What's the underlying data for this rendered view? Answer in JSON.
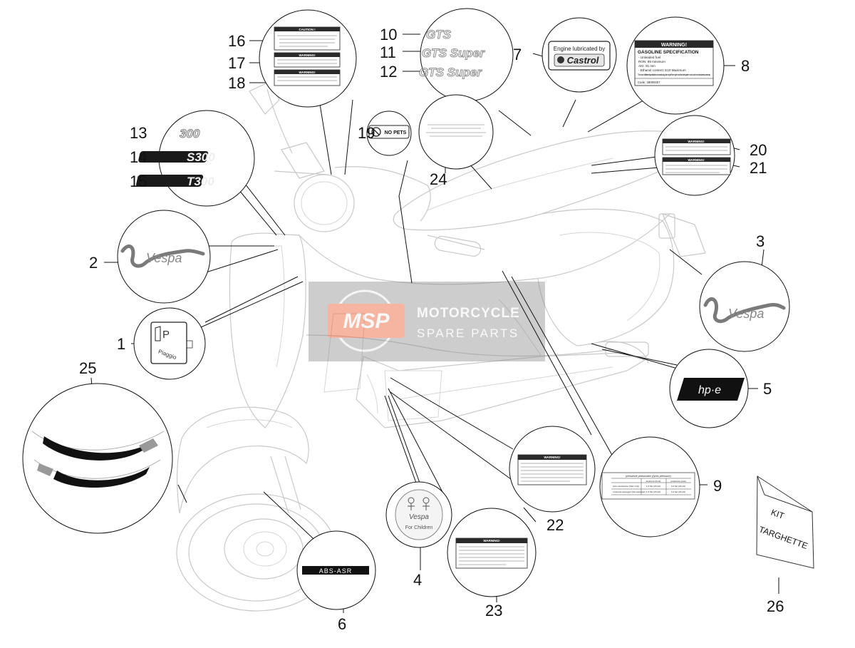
{
  "diagram": {
    "callout_numbers": [
      "1",
      "2",
      "3",
      "4",
      "5",
      "6",
      "7",
      "8",
      "9",
      "10",
      "11",
      "12",
      "13",
      "14",
      "15",
      "16",
      "17",
      "18",
      "19",
      "20",
      "21",
      "22",
      "23",
      "24",
      "25",
      "26"
    ]
  },
  "watermark": {
    "logo_text": "MSP",
    "line1": "MOTORCYCLE",
    "line2": "SPARE PARTS"
  },
  "labels": {
    "emblem_3d": [
      "GTS",
      "GTS Super",
      "GTS Super"
    ],
    "badges_300": [
      "300",
      "S300",
      "T300"
    ],
    "castrol_line1": "Engine lubricated by",
    "castrol_brand": "Castrol",
    "warning": "WARNING!",
    "caution": "CAUTION !",
    "gasoline_title": "GASOLINE SPECIFICATION",
    "gasoline_lines": [
      "- Unleaded fuel",
      "RON: 95 minimum",
      "AKI: 91 min",
      "- Ethanol content: E10 Maximum"
    ],
    "gasoline_note": "The use of different specification can seriously damage the engine and the fuel system and void manufacturer's warranty",
    "gasoline_code": "Code: 1B009257",
    "no_pets": "NO PETS",
    "vespa": "Vespa",
    "piaggio": "Piaggio",
    "hpe": "hp·e",
    "abs_asr": "ABS-ASR",
    "for_children": "For Children",
    "tyre_title": "pressione pneumatici (tyres pressure)",
    "tyre_cols": [
      "anteriore (front)",
      "posteriore (rear)"
    ],
    "tyre_rows": [
      "solo conducente (rider only)",
      "conducente+passeggero (rider+passenger)"
    ],
    "tyre_vals": [
      "1,6 bar (23 psi)",
      "2,0 bar (29 psi)",
      "1,6 bar (23 psi)",
      "2,2 bar (32 psi)"
    ],
    "kit_line1": "KIT",
    "kit_line2": "TARGHETTE"
  }
}
